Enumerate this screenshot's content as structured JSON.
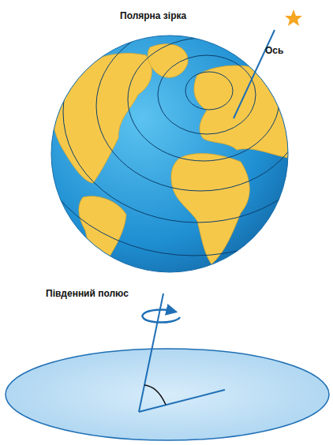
{
  "diagram": {
    "labels": [
      "Полярна зірка",
      "Ось",
      "Південний полюс"
    ]
  }
}
